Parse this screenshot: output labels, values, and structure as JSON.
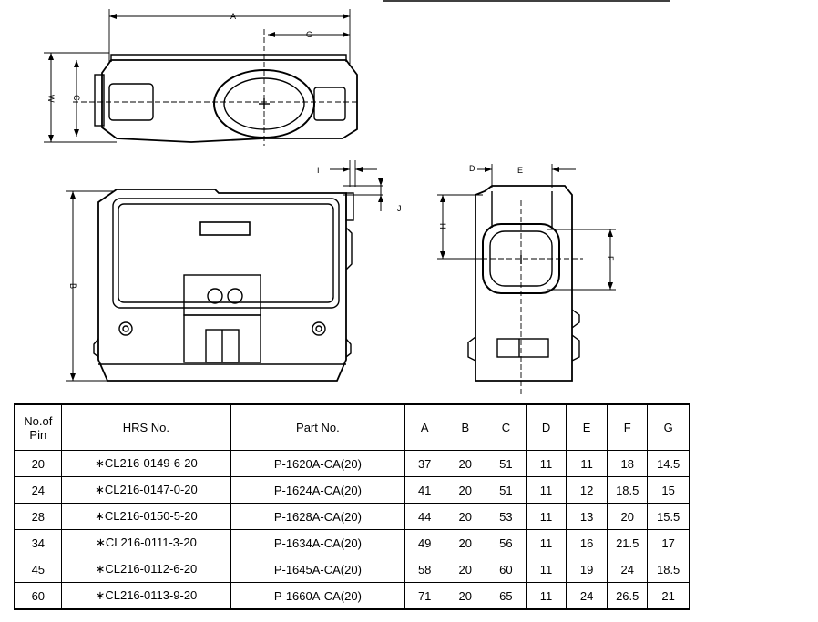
{
  "drawing": {
    "dims": {
      "a": "A",
      "g": "G",
      "w": "W",
      "c": "C",
      "i": "I",
      "j": "J",
      "e": "E",
      "h": "H",
      "f": "F",
      "d": "D"
    }
  },
  "table": {
    "headers": {
      "pin_line1": "No.of",
      "pin_line2": "Pin",
      "hrs": "HRS No.",
      "part": "Part No.",
      "a": "A",
      "b": "B",
      "c": "C",
      "d": "D",
      "e": "E",
      "f": "F",
      "g": "G"
    },
    "rows": [
      {
        "pin": "20",
        "hrs": "∗CL216-0149-6-20",
        "part": "P-1620A-CA(20)",
        "a": "37",
        "b": "20",
        "c": "51",
        "d": "11",
        "e": "11",
        "f": "18",
        "g": "14.5"
      },
      {
        "pin": "24",
        "hrs": "∗CL216-0147-0-20",
        "part": "P-1624A-CA(20)",
        "a": "41",
        "b": "20",
        "c": "51",
        "d": "11",
        "e": "12",
        "f": "18.5",
        "g": "15"
      },
      {
        "pin": "28",
        "hrs": "∗CL216-0150-5-20",
        "part": "P-1628A-CA(20)",
        "a": "44",
        "b": "20",
        "c": "53",
        "d": "11",
        "e": "13",
        "f": "20",
        "g": "15.5"
      },
      {
        "pin": "34",
        "hrs": "∗CL216-0111-3-20",
        "part": "P-1634A-CA(20)",
        "a": "49",
        "b": "20",
        "c": "56",
        "d": "11",
        "e": "16",
        "f": "21.5",
        "g": "17"
      },
      {
        "pin": "45",
        "hrs": "∗CL216-0112-6-20",
        "part": "P-1645A-CA(20)",
        "a": "58",
        "b": "20",
        "c": "60",
        "d": "11",
        "e": "19",
        "f": "24",
        "g": "18.5"
      },
      {
        "pin": "60",
        "hrs": "∗CL216-0113-9-20",
        "part": "P-1660A-CA(20)",
        "a": "71",
        "b": "20",
        "c": "65",
        "d": "11",
        "e": "24",
        "f": "26.5",
        "g": "21"
      }
    ]
  }
}
